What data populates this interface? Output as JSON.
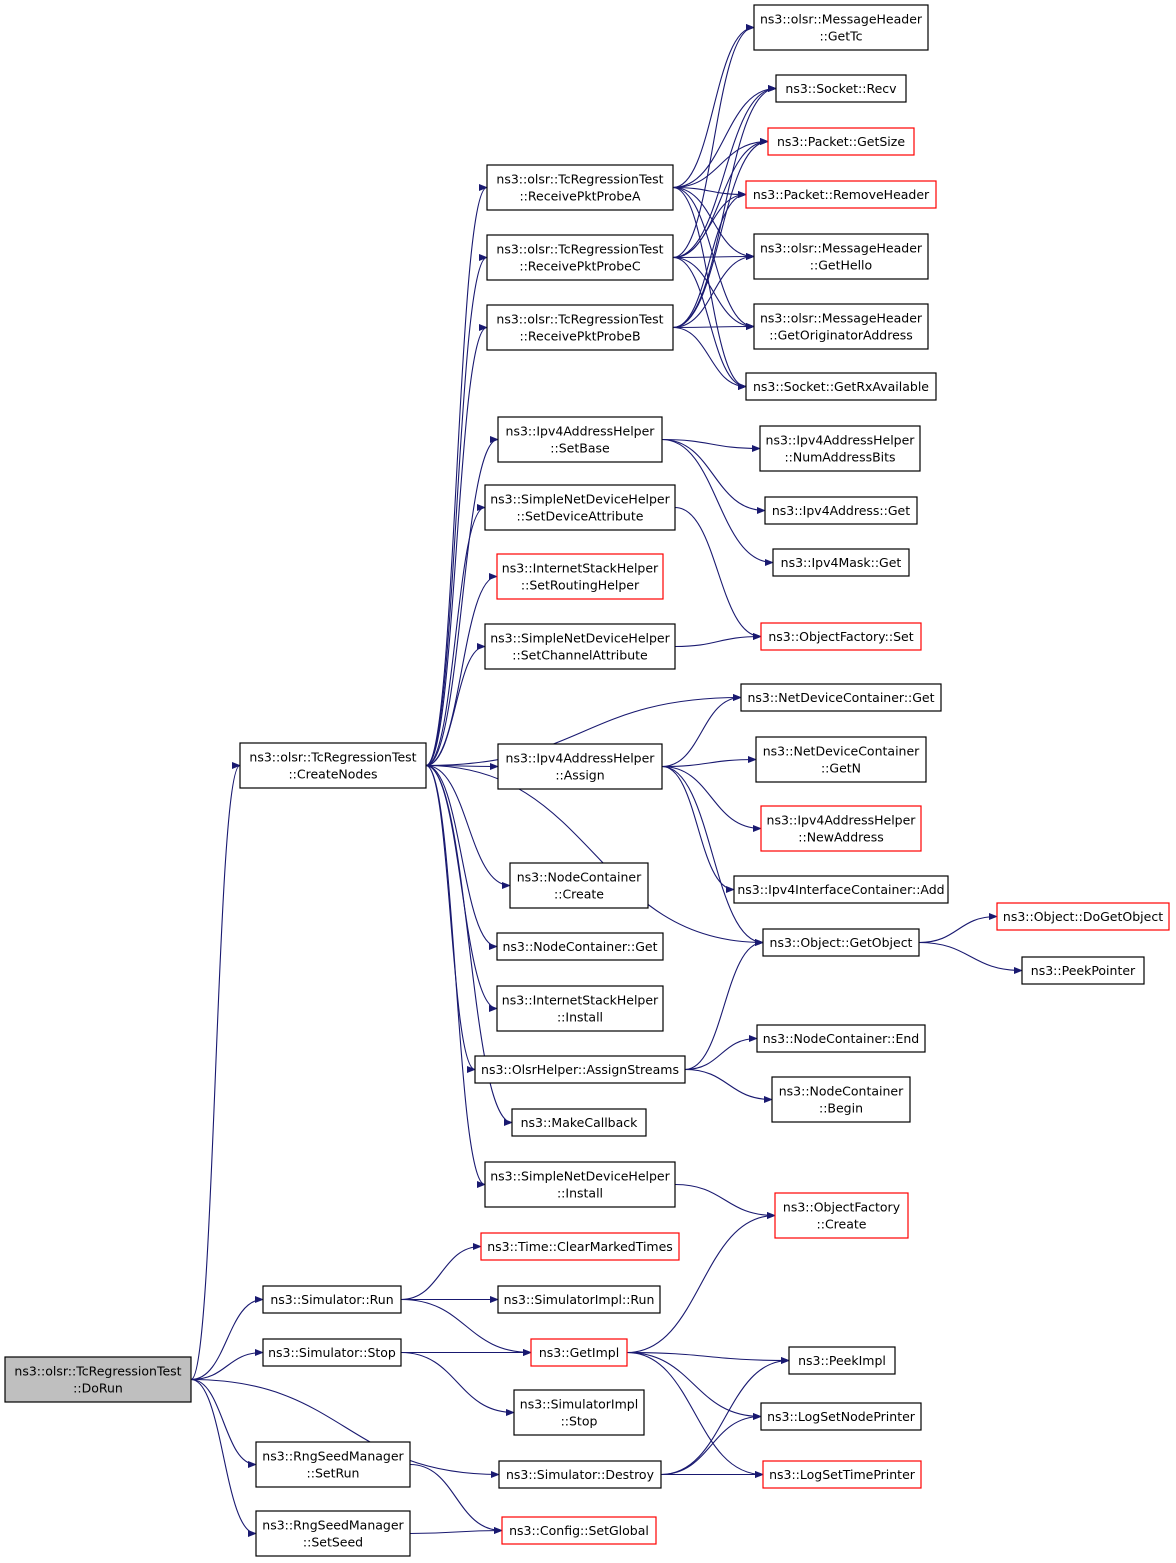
{
  "colors": {
    "edge": "#191970",
    "normal_border": "#000000",
    "incomplete_border": "#ff0000",
    "root_fill": "#bfbfbf"
  },
  "nodes": [
    {
      "id": "DoRun",
      "lines": [
        "ns3::olsr::TcRegressionTest",
        "::DoRun"
      ],
      "style": "root"
    },
    {
      "id": "CreateNodes",
      "lines": [
        "ns3::olsr::TcRegressionTest",
        "::CreateNodes"
      ],
      "style": "normal"
    },
    {
      "id": "ProbeA",
      "lines": [
        "ns3::olsr::TcRegressionTest",
        "::ReceivePktProbeA"
      ],
      "style": "normal"
    },
    {
      "id": "ProbeC",
      "lines": [
        "ns3::olsr::TcRegressionTest",
        "::ReceivePktProbeC"
      ],
      "style": "normal"
    },
    {
      "id": "ProbeB",
      "lines": [
        "ns3::olsr::TcRegressionTest",
        "::ReceivePktProbeB"
      ],
      "style": "normal"
    },
    {
      "id": "GetTc",
      "lines": [
        "ns3::olsr::MessageHeader",
        "::GetTc"
      ],
      "style": "normal"
    },
    {
      "id": "Recv",
      "lines": [
        "ns3::Socket::Recv"
      ],
      "style": "normal"
    },
    {
      "id": "GetSize",
      "lines": [
        "ns3::Packet::GetSize"
      ],
      "style": "red"
    },
    {
      "id": "RemoveHeader",
      "lines": [
        "ns3::Packet::RemoveHeader"
      ],
      "style": "red"
    },
    {
      "id": "GetHello",
      "lines": [
        "ns3::olsr::MessageHeader",
        "::GetHello"
      ],
      "style": "normal"
    },
    {
      "id": "GetOrig",
      "lines": [
        "ns3::olsr::MessageHeader",
        "::GetOriginatorAddress"
      ],
      "style": "normal"
    },
    {
      "id": "GetRx",
      "lines": [
        "ns3::Socket::GetRxAvailable"
      ],
      "style": "normal"
    },
    {
      "id": "SetBase",
      "lines": [
        "ns3::Ipv4AddressHelper",
        "::SetBase"
      ],
      "style": "normal"
    },
    {
      "id": "NumBits",
      "lines": [
        "ns3::Ipv4AddressHelper",
        "::NumAddressBits"
      ],
      "style": "normal"
    },
    {
      "id": "AddrGet",
      "lines": [
        "ns3::Ipv4Address::Get"
      ],
      "style": "normal"
    },
    {
      "id": "MaskGet",
      "lines": [
        "ns3::Ipv4Mask::Get"
      ],
      "style": "normal"
    },
    {
      "id": "SetDevAttr",
      "lines": [
        "ns3::SimpleNetDeviceHelper",
        "::SetDeviceAttribute"
      ],
      "style": "normal"
    },
    {
      "id": "SetRouting",
      "lines": [
        "ns3::InternetStackHelper",
        "::SetRoutingHelper"
      ],
      "style": "red"
    },
    {
      "id": "SetChanAttr",
      "lines": [
        "ns3::SimpleNetDeviceHelper",
        "::SetChannelAttribute"
      ],
      "style": "normal"
    },
    {
      "id": "OFSet",
      "lines": [
        "ns3::ObjectFactory::Set"
      ],
      "style": "red"
    },
    {
      "id": "NDCGet",
      "lines": [
        "ns3::NetDeviceContainer::Get"
      ],
      "style": "normal"
    },
    {
      "id": "Assign",
      "lines": [
        "ns3::Ipv4AddressHelper",
        "::Assign"
      ],
      "style": "normal"
    },
    {
      "id": "NDCGetN",
      "lines": [
        "ns3::NetDeviceContainer",
        "::GetN"
      ],
      "style": "normal"
    },
    {
      "id": "NewAddr",
      "lines": [
        "ns3::Ipv4AddressHelper",
        "::NewAddress"
      ],
      "style": "red"
    },
    {
      "id": "IfAdd",
      "lines": [
        "ns3::Ipv4InterfaceContainer::Add"
      ],
      "style": "normal"
    },
    {
      "id": "NCCreate",
      "lines": [
        "ns3::NodeContainer",
        "::Create"
      ],
      "style": "normal"
    },
    {
      "id": "GetObject",
      "lines": [
        "ns3::Object::GetObject"
      ],
      "style": "normal"
    },
    {
      "id": "DoGetObject",
      "lines": [
        "ns3::Object::DoGetObject"
      ],
      "style": "red"
    },
    {
      "id": "PeekPointer",
      "lines": [
        "ns3::PeekPointer"
      ],
      "style": "normal"
    },
    {
      "id": "NCGet",
      "lines": [
        "ns3::NodeContainer::Get"
      ],
      "style": "normal"
    },
    {
      "id": "ISHInstall",
      "lines": [
        "ns3::InternetStackHelper",
        "::Install"
      ],
      "style": "normal"
    },
    {
      "id": "NCEnd",
      "lines": [
        "ns3::NodeContainer::End"
      ],
      "style": "normal"
    },
    {
      "id": "AssignStreams",
      "lines": [
        "ns3::OlsrHelper::AssignStreams"
      ],
      "style": "normal"
    },
    {
      "id": "NCBegin",
      "lines": [
        "ns3::NodeContainer",
        "::Begin"
      ],
      "style": "normal"
    },
    {
      "id": "MakeCallback",
      "lines": [
        "ns3::MakeCallback"
      ],
      "style": "normal"
    },
    {
      "id": "SNDHInstall",
      "lines": [
        "ns3::SimpleNetDeviceHelper",
        "::Install"
      ],
      "style": "normal"
    },
    {
      "id": "OFCreate",
      "lines": [
        "ns3::ObjectFactory",
        "::Create"
      ],
      "style": "red"
    },
    {
      "id": "ClearTimes",
      "lines": [
        "ns3::Time::ClearMarkedTimes"
      ],
      "style": "red"
    },
    {
      "id": "SimRun",
      "lines": [
        "ns3::Simulator::Run"
      ],
      "style": "normal"
    },
    {
      "id": "ImplRun",
      "lines": [
        "ns3::SimulatorImpl::Run"
      ],
      "style": "normal"
    },
    {
      "id": "SimStop",
      "lines": [
        "ns3::Simulator::Stop"
      ],
      "style": "normal"
    },
    {
      "id": "GetImpl",
      "lines": [
        "ns3::GetImpl"
      ],
      "style": "red"
    },
    {
      "id": "PeekImpl",
      "lines": [
        "ns3::PeekImpl"
      ],
      "style": "normal"
    },
    {
      "id": "ImplStop",
      "lines": [
        "ns3::SimulatorImpl",
        "::Stop"
      ],
      "style": "normal"
    },
    {
      "id": "LogNode",
      "lines": [
        "ns3::LogSetNodePrinter"
      ],
      "style": "normal"
    },
    {
      "id": "SetRun",
      "lines": [
        "ns3::RngSeedManager",
        "::SetRun"
      ],
      "style": "normal"
    },
    {
      "id": "SimDestroy",
      "lines": [
        "ns3::Simulator::Destroy"
      ],
      "style": "normal"
    },
    {
      "id": "LogTime",
      "lines": [
        "ns3::LogSetTimePrinter"
      ],
      "style": "red"
    },
    {
      "id": "SetSeed",
      "lines": [
        "ns3::RngSeedManager",
        "::SetSeed"
      ],
      "style": "normal"
    },
    {
      "id": "SetGlobal",
      "lines": [
        "ns3::Config::SetGlobal"
      ],
      "style": "red"
    }
  ],
  "edges": [
    [
      "DoRun",
      "CreateNodes"
    ],
    [
      "DoRun",
      "SimRun"
    ],
    [
      "DoRun",
      "SimStop"
    ],
    [
      "DoRun",
      "SimDestroy"
    ],
    [
      "DoRun",
      "SetRun"
    ],
    [
      "DoRun",
      "SetSeed"
    ],
    [
      "CreateNodes",
      "ProbeA"
    ],
    [
      "CreateNodes",
      "ProbeC"
    ],
    [
      "CreateNodes",
      "ProbeB"
    ],
    [
      "CreateNodes",
      "SetBase"
    ],
    [
      "CreateNodes",
      "SetDevAttr"
    ],
    [
      "CreateNodes",
      "SetRouting"
    ],
    [
      "CreateNodes",
      "SetChanAttr"
    ],
    [
      "CreateNodes",
      "NDCGet"
    ],
    [
      "CreateNodes",
      "Assign"
    ],
    [
      "CreateNodes",
      "NCCreate"
    ],
    [
      "CreateNodes",
      "GetObject"
    ],
    [
      "CreateNodes",
      "NCGet"
    ],
    [
      "CreateNodes",
      "ISHInstall"
    ],
    [
      "CreateNodes",
      "AssignStreams"
    ],
    [
      "CreateNodes",
      "MakeCallback"
    ],
    [
      "CreateNodes",
      "SNDHInstall"
    ],
    [
      "ProbeA",
      "GetTc"
    ],
    [
      "ProbeA",
      "Recv"
    ],
    [
      "ProbeA",
      "GetSize"
    ],
    [
      "ProbeA",
      "RemoveHeader"
    ],
    [
      "ProbeA",
      "GetHello"
    ],
    [
      "ProbeA",
      "GetOrig"
    ],
    [
      "ProbeA",
      "GetRx"
    ],
    [
      "ProbeC",
      "GetTc"
    ],
    [
      "ProbeC",
      "Recv"
    ],
    [
      "ProbeC",
      "GetSize"
    ],
    [
      "ProbeC",
      "RemoveHeader"
    ],
    [
      "ProbeC",
      "GetHello"
    ],
    [
      "ProbeC",
      "GetOrig"
    ],
    [
      "ProbeC",
      "GetRx"
    ],
    [
      "ProbeB",
      "Recv"
    ],
    [
      "ProbeB",
      "GetSize"
    ],
    [
      "ProbeB",
      "RemoveHeader"
    ],
    [
      "ProbeB",
      "GetHello"
    ],
    [
      "ProbeB",
      "GetOrig"
    ],
    [
      "ProbeB",
      "GetRx"
    ],
    [
      "SetBase",
      "NumBits"
    ],
    [
      "SetBase",
      "AddrGet"
    ],
    [
      "SetBase",
      "MaskGet"
    ],
    [
      "SetDevAttr",
      "OFSet"
    ],
    [
      "SetChanAttr",
      "OFSet"
    ],
    [
      "Assign",
      "NDCGet"
    ],
    [
      "Assign",
      "NDCGetN"
    ],
    [
      "Assign",
      "NewAddr"
    ],
    [
      "Assign",
      "IfAdd"
    ],
    [
      "Assign",
      "GetObject"
    ],
    [
      "GetObject",
      "DoGetObject"
    ],
    [
      "GetObject",
      "PeekPointer"
    ],
    [
      "AssignStreams",
      "GetObject"
    ],
    [
      "AssignStreams",
      "NCEnd"
    ],
    [
      "AssignStreams",
      "NCBegin"
    ],
    [
      "SNDHInstall",
      "OFCreate"
    ],
    [
      "SimRun",
      "ClearTimes"
    ],
    [
      "SimRun",
      "ImplRun"
    ],
    [
      "SimRun",
      "GetImpl"
    ],
    [
      "SimStop",
      "GetImpl"
    ],
    [
      "SimStop",
      "ImplStop"
    ],
    [
      "GetImpl",
      "OFCreate"
    ],
    [
      "GetImpl",
      "PeekImpl"
    ],
    [
      "GetImpl",
      "LogNode"
    ],
    [
      "GetImpl",
      "LogTime"
    ],
    [
      "SimDestroy",
      "PeekImpl"
    ],
    [
      "SimDestroy",
      "LogNode"
    ],
    [
      "SimDestroy",
      "LogTime"
    ],
    [
      "SetRun",
      "SetGlobal"
    ],
    [
      "SetSeed",
      "SetGlobal"
    ]
  ]
}
